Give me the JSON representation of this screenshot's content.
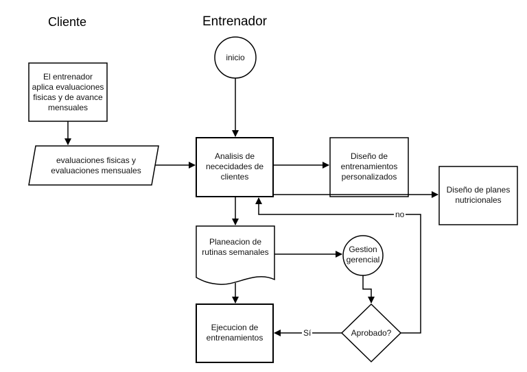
{
  "lanes": {
    "cliente": "Cliente",
    "entrenador": "Entrenador"
  },
  "nodes": {
    "inicio": "inicio",
    "evaluaciones_aplica": "El entrenador aplica evaluaciones fisicas y de avance mensuales",
    "evaluaciones_data": "evaluaciones fisicas y evaluaciones mensuales",
    "analisis": "Analisis de nececidades de clientes",
    "diseno_entrenamientos": "Diseño de entrenamientos personalizados",
    "diseno_planes": "Diseño de planes nutricionales",
    "planeacion": "Planeacion de rutinas semanales",
    "gestion": "Gestion gerencial",
    "aprobado": "Aprobado?",
    "ejecucion": "Ejecucion de entrenamientos"
  },
  "edge_labels": {
    "no": "no",
    "si": "Sí"
  },
  "colors": {
    "stroke": "#000000",
    "fill": "#ffffff",
    "text": "#111111"
  }
}
